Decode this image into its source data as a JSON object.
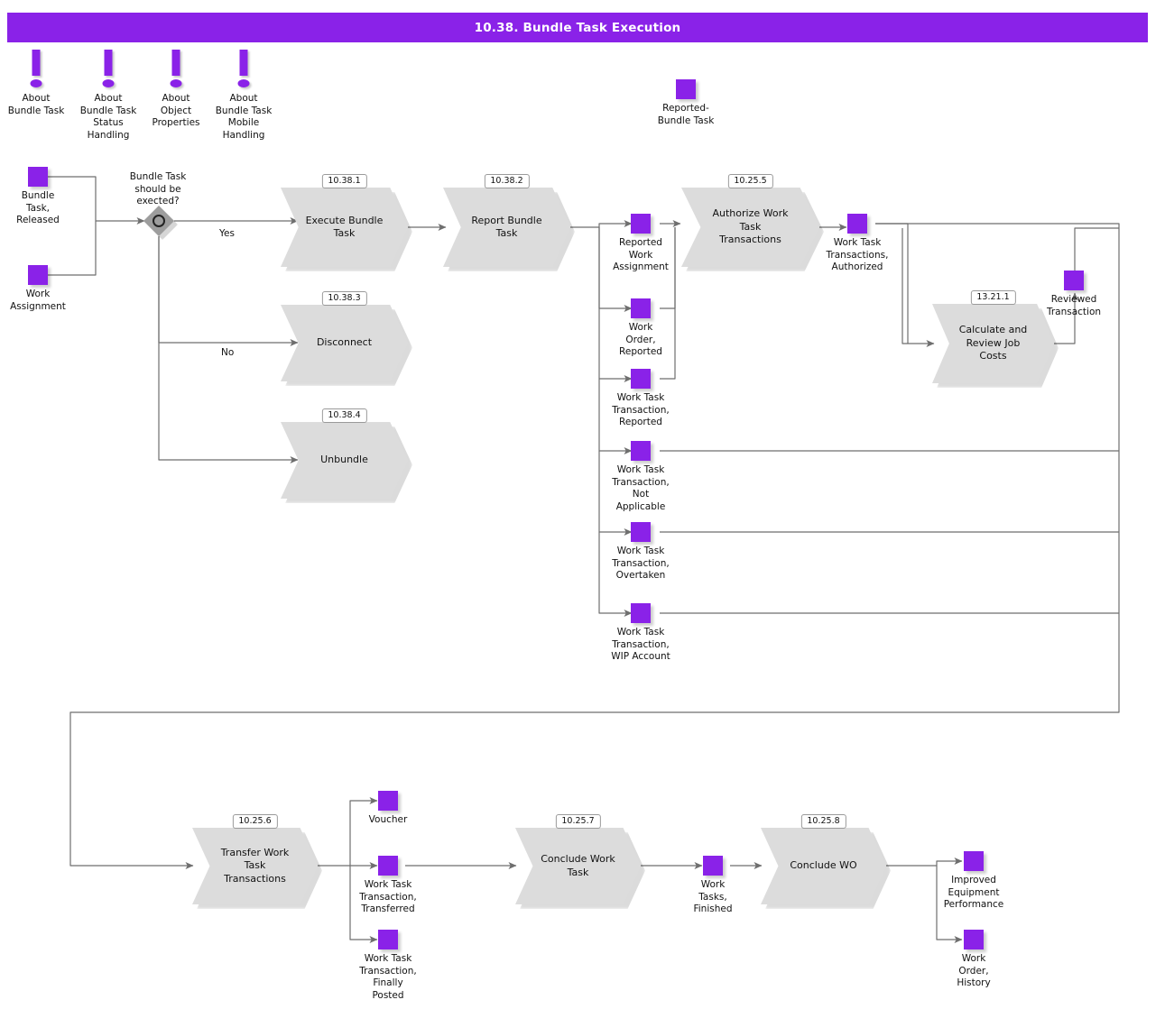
{
  "header": {
    "title": "10.38. Bundle Task Execution",
    "bar_color": "#8A22E8"
  },
  "palette": {
    "accent": "#8A22E8",
    "process_fill": "#DCDCDC",
    "decision_fill": "#9D9D9D",
    "connector": "#6E6E6E",
    "text": "#111111",
    "page_bg": "#FFFFFF"
  },
  "notes": [
    {
      "label": "About\nBundle Task",
      "icon": "exclamation-icon"
    },
    {
      "label": "About\nBundle Task\nStatus\nHandling",
      "icon": "exclamation-icon"
    },
    {
      "label": "About\nObject\nProperties",
      "icon": "exclamation-icon"
    },
    {
      "label": "About\nBundle Task\nMobile\nHandling",
      "icon": "exclamation-icon"
    }
  ],
  "objects": [
    {
      "id": "reported-bundle-task",
      "label": "Reported-\nBundle Task"
    },
    {
      "id": "bundle-task-released",
      "label": "Bundle\nTask,\nReleased"
    },
    {
      "id": "work-assignment",
      "label": "Work\nAssignment"
    },
    {
      "id": "reported-work-assignment",
      "label": "Reported\nWork\nAssignment"
    },
    {
      "id": "work-order-reported",
      "label": "Work\nOrder,\nReported"
    },
    {
      "id": "work-task-transaction-reported",
      "label": "Work Task\nTransaction,\nReported"
    },
    {
      "id": "work-task-transaction-not-applicable",
      "label": "Work Task\nTransaction,\nNot\nApplicable"
    },
    {
      "id": "work-task-transaction-overtaken",
      "label": "Work Task\nTransaction,\nOvertaken"
    },
    {
      "id": "work-task-transaction-wip-account",
      "label": "Work Task\nTransaction,\nWIP Account"
    },
    {
      "id": "work-task-transactions-authorized",
      "label": "Work Task\nTransactions,\nAuthorized"
    },
    {
      "id": "reviewed-transaction",
      "label": "Reviewed\nTransaction"
    },
    {
      "id": "voucher",
      "label": "Voucher"
    },
    {
      "id": "work-task-transaction-transferred",
      "label": "Work Task\nTransaction,\nTransferred"
    },
    {
      "id": "work-task-transaction-finally-posted",
      "label": "Work Task\nTransaction,\nFinally\nPosted"
    },
    {
      "id": "work-tasks-finished",
      "label": "Work\nTasks,\nFinished"
    },
    {
      "id": "improved-equipment-performance",
      "label": "Improved\nEquipment\nPerformance"
    },
    {
      "id": "work-order-history",
      "label": "Work\nOrder,\nHistory"
    }
  ],
  "processes": [
    {
      "id": "execute-bundle-task",
      "badge": "10.38.1",
      "label": "Execute Bundle\nTask"
    },
    {
      "id": "report-bundle-task",
      "badge": "10.38.2",
      "label": "Report Bundle\nTask"
    },
    {
      "id": "disconnect",
      "badge": "10.38.3",
      "label": "Disconnect"
    },
    {
      "id": "unbundle",
      "badge": "10.38.4",
      "label": "Unbundle"
    },
    {
      "id": "authorize-work-task-transactions",
      "badge": "10.25.5",
      "label": "Authorize Work\nTask\nTransactions"
    },
    {
      "id": "calculate-and-review-job-costs",
      "badge": "13.21.1",
      "label": "Calculate and\nReview Job\nCosts"
    },
    {
      "id": "transfer-work-task-transactions",
      "badge": "10.25.6",
      "label": "Transfer Work\nTask\nTransactions"
    },
    {
      "id": "conclude-work-task",
      "badge": "10.25.7",
      "label": "Conclude Work\nTask"
    },
    {
      "id": "conclude-wo",
      "badge": "10.25.8",
      "label": "Conclude WO"
    }
  ],
  "decision": {
    "id": "bundle-task-should-be-executed",
    "question": "Bundle Task\nshould be\nexected?"
  },
  "edge_labels": {
    "yes": "Yes",
    "no": "No"
  }
}
